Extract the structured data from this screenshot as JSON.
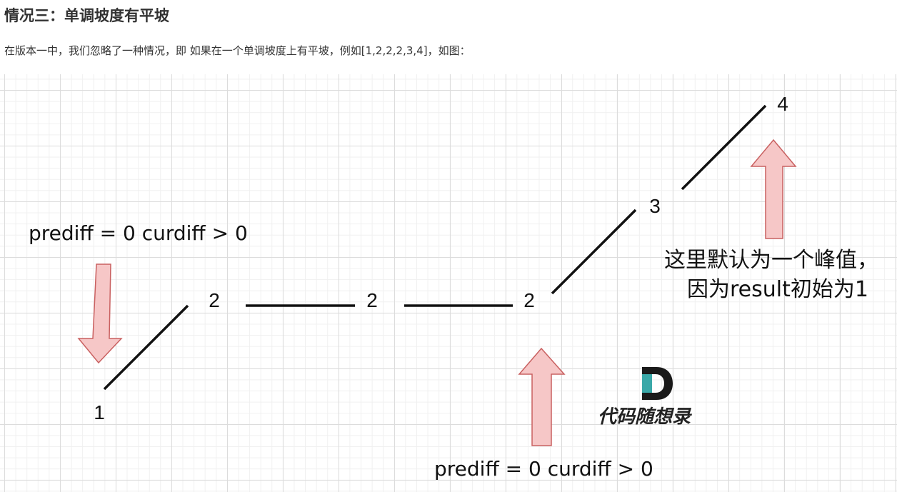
{
  "heading": "情况三：单调坡度有平坡",
  "paragraph": "在版本一中，我们忽略了一种情况，即 如果在一个单调坡度上有平坡，例如[1,2,2,2,3,4]，如图：",
  "figure": {
    "node_labels": [
      "1",
      "2",
      "2",
      "2",
      "3",
      "4"
    ],
    "annotation_left": "prediff = 0 curdiff > 0",
    "annotation_bottom": "prediff = 0 curdiff > 0",
    "annotation_right_line1": "这里默认为一个峰值，",
    "annotation_right_line2": "因为result初始为1",
    "logo_text": "代码随想录",
    "colors": {
      "arrow_fill": "#f6c7c7",
      "arrow_stroke": "#c96060",
      "logo_teal": "#3aa8a8",
      "logo_dark": "#1a1a1a"
    }
  }
}
